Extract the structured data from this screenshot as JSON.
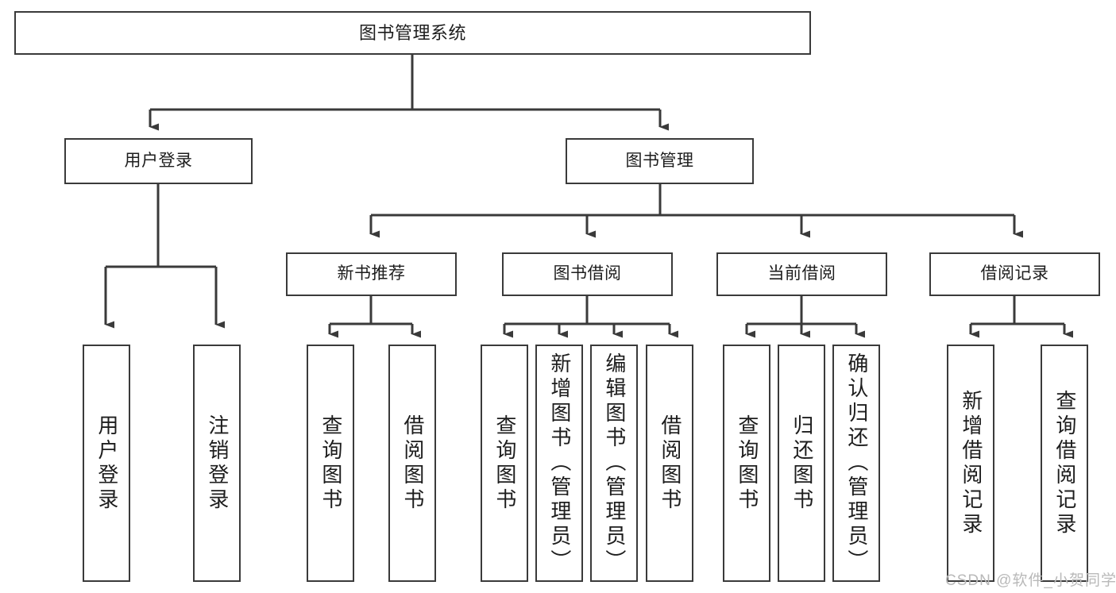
{
  "diagram": {
    "title": "图书管理系统",
    "type": "tree-hierarchy-chart",
    "stroke_color": "#3a3a3a",
    "text_color": "#1d1d1d",
    "background": "#ffffff"
  },
  "watermark": {
    "text": "CSDN @软件_小贺同学",
    "color": "#b9b9b9"
  },
  "nodes": {
    "root": {
      "label": "图书管理系统",
      "level": 1
    },
    "l2": [
      {
        "label": "用户登录",
        "level": 2
      },
      {
        "label": "图书管理",
        "level": 2
      }
    ],
    "l3": [
      {
        "label": "新书推荐",
        "level": 3
      },
      {
        "label": "图书借阅",
        "level": 3
      },
      {
        "label": "当前借阅",
        "level": 3
      },
      {
        "label": "借阅记录",
        "level": 3
      }
    ],
    "leaves": {
      "user_login": [
        {
          "label": "用户登录"
        },
        {
          "label": "注销登录"
        }
      ],
      "new_book_recommend": [
        {
          "label": "查询图书"
        },
        {
          "label": "借阅图书"
        }
      ],
      "book_borrow": [
        {
          "label": "查询图书"
        },
        {
          "label": "新增图书（管理员）"
        },
        {
          "label": "编辑图书（管理员）"
        },
        {
          "label": "借阅图书"
        }
      ],
      "current_borrow": [
        {
          "label": "查询图书"
        },
        {
          "label": "归还图书"
        },
        {
          "label": "确认归还（管理员）"
        }
      ],
      "borrow_record": [
        {
          "label": "新增借阅记录"
        },
        {
          "label": "查询借阅记录"
        }
      ]
    }
  },
  "edges": [
    {
      "from": "图书管理系统",
      "to": "用户登录"
    },
    {
      "from": "图书管理系统",
      "to": "图书管理"
    },
    {
      "from": "图书管理",
      "to": "新书推荐"
    },
    {
      "from": "图书管理",
      "to": "图书借阅"
    },
    {
      "from": "图书管理",
      "to": "当前借阅"
    },
    {
      "from": "图书管理",
      "to": "借阅记录"
    },
    {
      "from": "用户登录",
      "to": "用户登录"
    },
    {
      "from": "用户登录",
      "to": "注销登录"
    },
    {
      "from": "新书推荐",
      "to": "查询图书"
    },
    {
      "from": "新书推荐",
      "to": "借阅图书"
    },
    {
      "from": "图书借阅",
      "to": "查询图书"
    },
    {
      "from": "图书借阅",
      "to": "新增图书（管理员）"
    },
    {
      "from": "图书借阅",
      "to": "编辑图书（管理员）"
    },
    {
      "from": "图书借阅",
      "to": "借阅图书"
    },
    {
      "from": "当前借阅",
      "to": "查询图书"
    },
    {
      "from": "当前借阅",
      "to": "归还图书"
    },
    {
      "from": "当前借阅",
      "to": "确认归还（管理员）"
    },
    {
      "from": "借阅记录",
      "to": "新增借阅记录"
    },
    {
      "from": "借阅记录",
      "to": "查询借阅记录"
    }
  ]
}
